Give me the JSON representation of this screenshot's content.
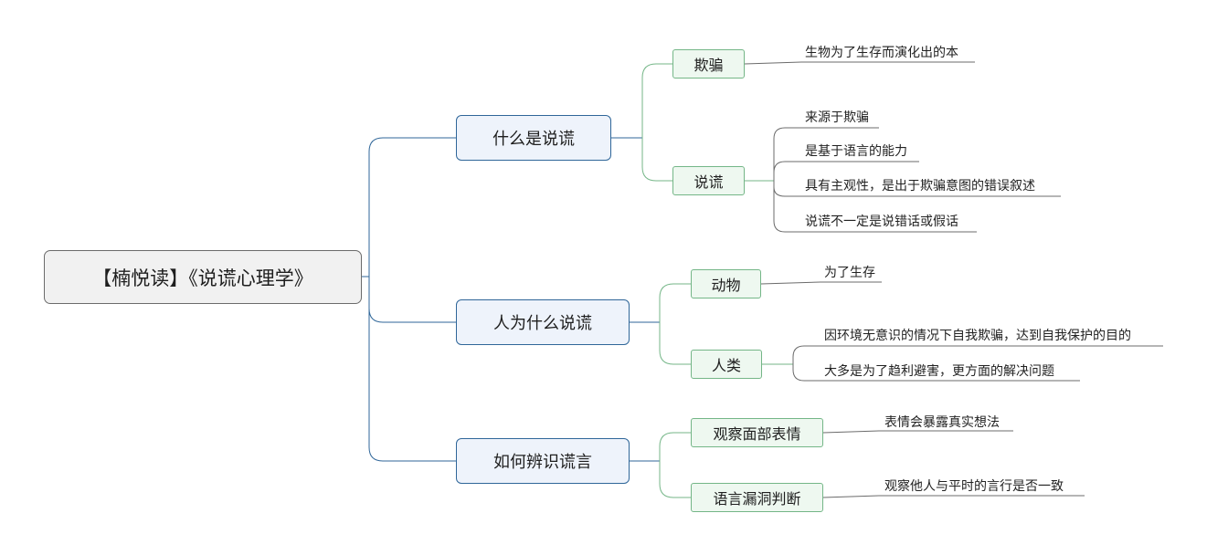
{
  "root": {
    "label": "【楠悦读】《说谎心理学》"
  },
  "branches": [
    {
      "label": "什么是说谎",
      "children": [
        {
          "label": "欺骗",
          "leaves": [
            "生物为了生存而演化出的本"
          ]
        },
        {
          "label": "说谎",
          "leaves": [
            "来源于欺骗",
            "是基于语言的能力",
            "具有主观性，是出于欺骗意图的错误叙述",
            "说谎不一定是说错话或假话"
          ]
        }
      ]
    },
    {
      "label": "人为什么说谎",
      "children": [
        {
          "label": "动物",
          "leaves": [
            "为了生存"
          ]
        },
        {
          "label": "人类",
          "leaves": [
            "因环境无意识的情况下自我欺骗，达到自我保护的目的",
            "大多是为了趋利避害，更方面的解决问题"
          ]
        }
      ]
    },
    {
      "label": "如何辨识谎言",
      "children": [
        {
          "label": "观察面部表情",
          "leaves": [
            "表情会暴露真实想法"
          ]
        },
        {
          "label": "语言漏洞判断",
          "leaves": [
            "观察他人与平时的言行是否一致"
          ]
        }
      ]
    }
  ],
  "colors": {
    "main_line": "#2f6699",
    "sub_line": "#74b687",
    "leaf_line": "#6b6b6b"
  }
}
